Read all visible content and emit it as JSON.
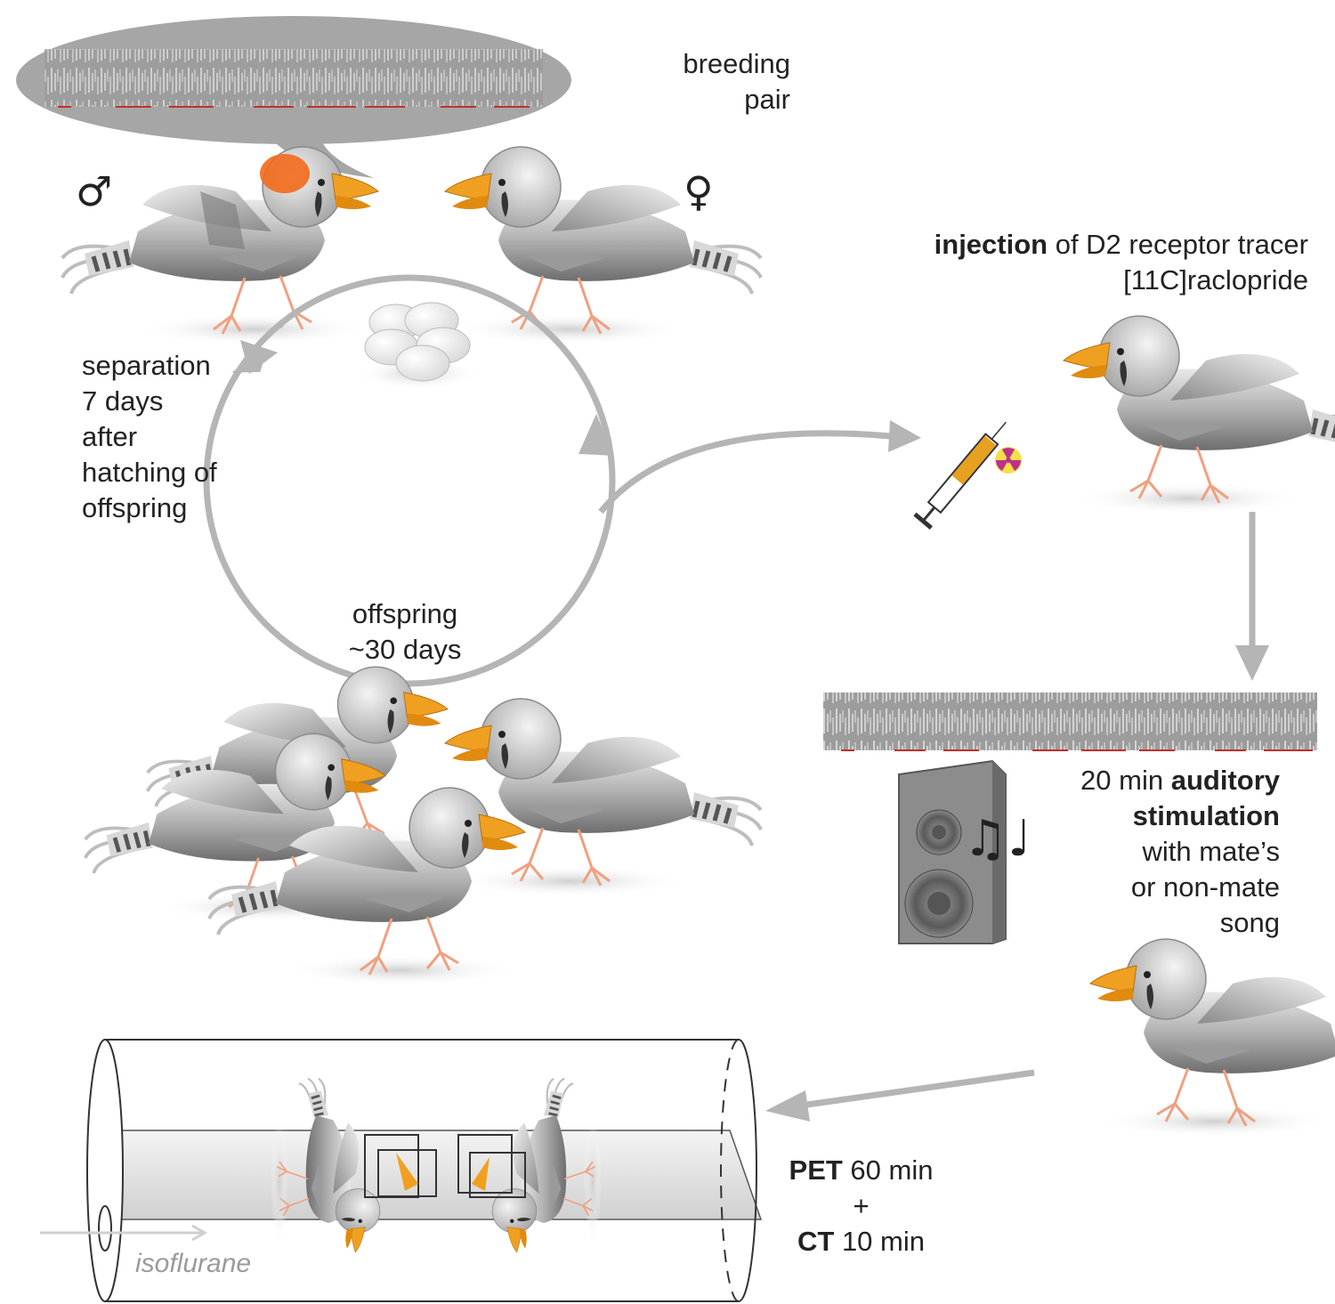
{
  "breeding": {
    "line1": "breeding",
    "line2": "pair"
  },
  "symbols": {
    "male": "♂",
    "female": "♀"
  },
  "separation": [
    "separation",
    "7 days",
    "after",
    "hatching of",
    "offspring"
  ],
  "offspring": [
    "offspring",
    "~30 days"
  ],
  "injection": {
    "bold": "injection",
    "rest": " of D2 receptor tracer",
    "line2": "[11C]raclopride"
  },
  "auditory": {
    "prefix": "20 min ",
    "bold1": "auditory",
    "bold2": "stimulation",
    "line3": "with mate’s",
    "line4": "or non-mate",
    "line5": "song"
  },
  "pet": {
    "pet_bold": "PET",
    "pet_rest": " 60 min",
    "plus": "+",
    "ct_bold": "CT",
    "ct_rest": " 10 min"
  },
  "isoflurane": "isoflurane",
  "music_notes": "♫♩",
  "icons": [
    "zebra-finch-bird",
    "egg-clutch",
    "syringe",
    "radiation-symbol",
    "loudspeaker",
    "music-notes",
    "pet-ct-scanner-tube",
    "spectrogram"
  ],
  "colors": {
    "beak": "#f0a020",
    "cheek": "#f26a1b",
    "legs": "#f0a080",
    "arrow": "#b5b5b5",
    "bird": "#a8a8a8"
  }
}
